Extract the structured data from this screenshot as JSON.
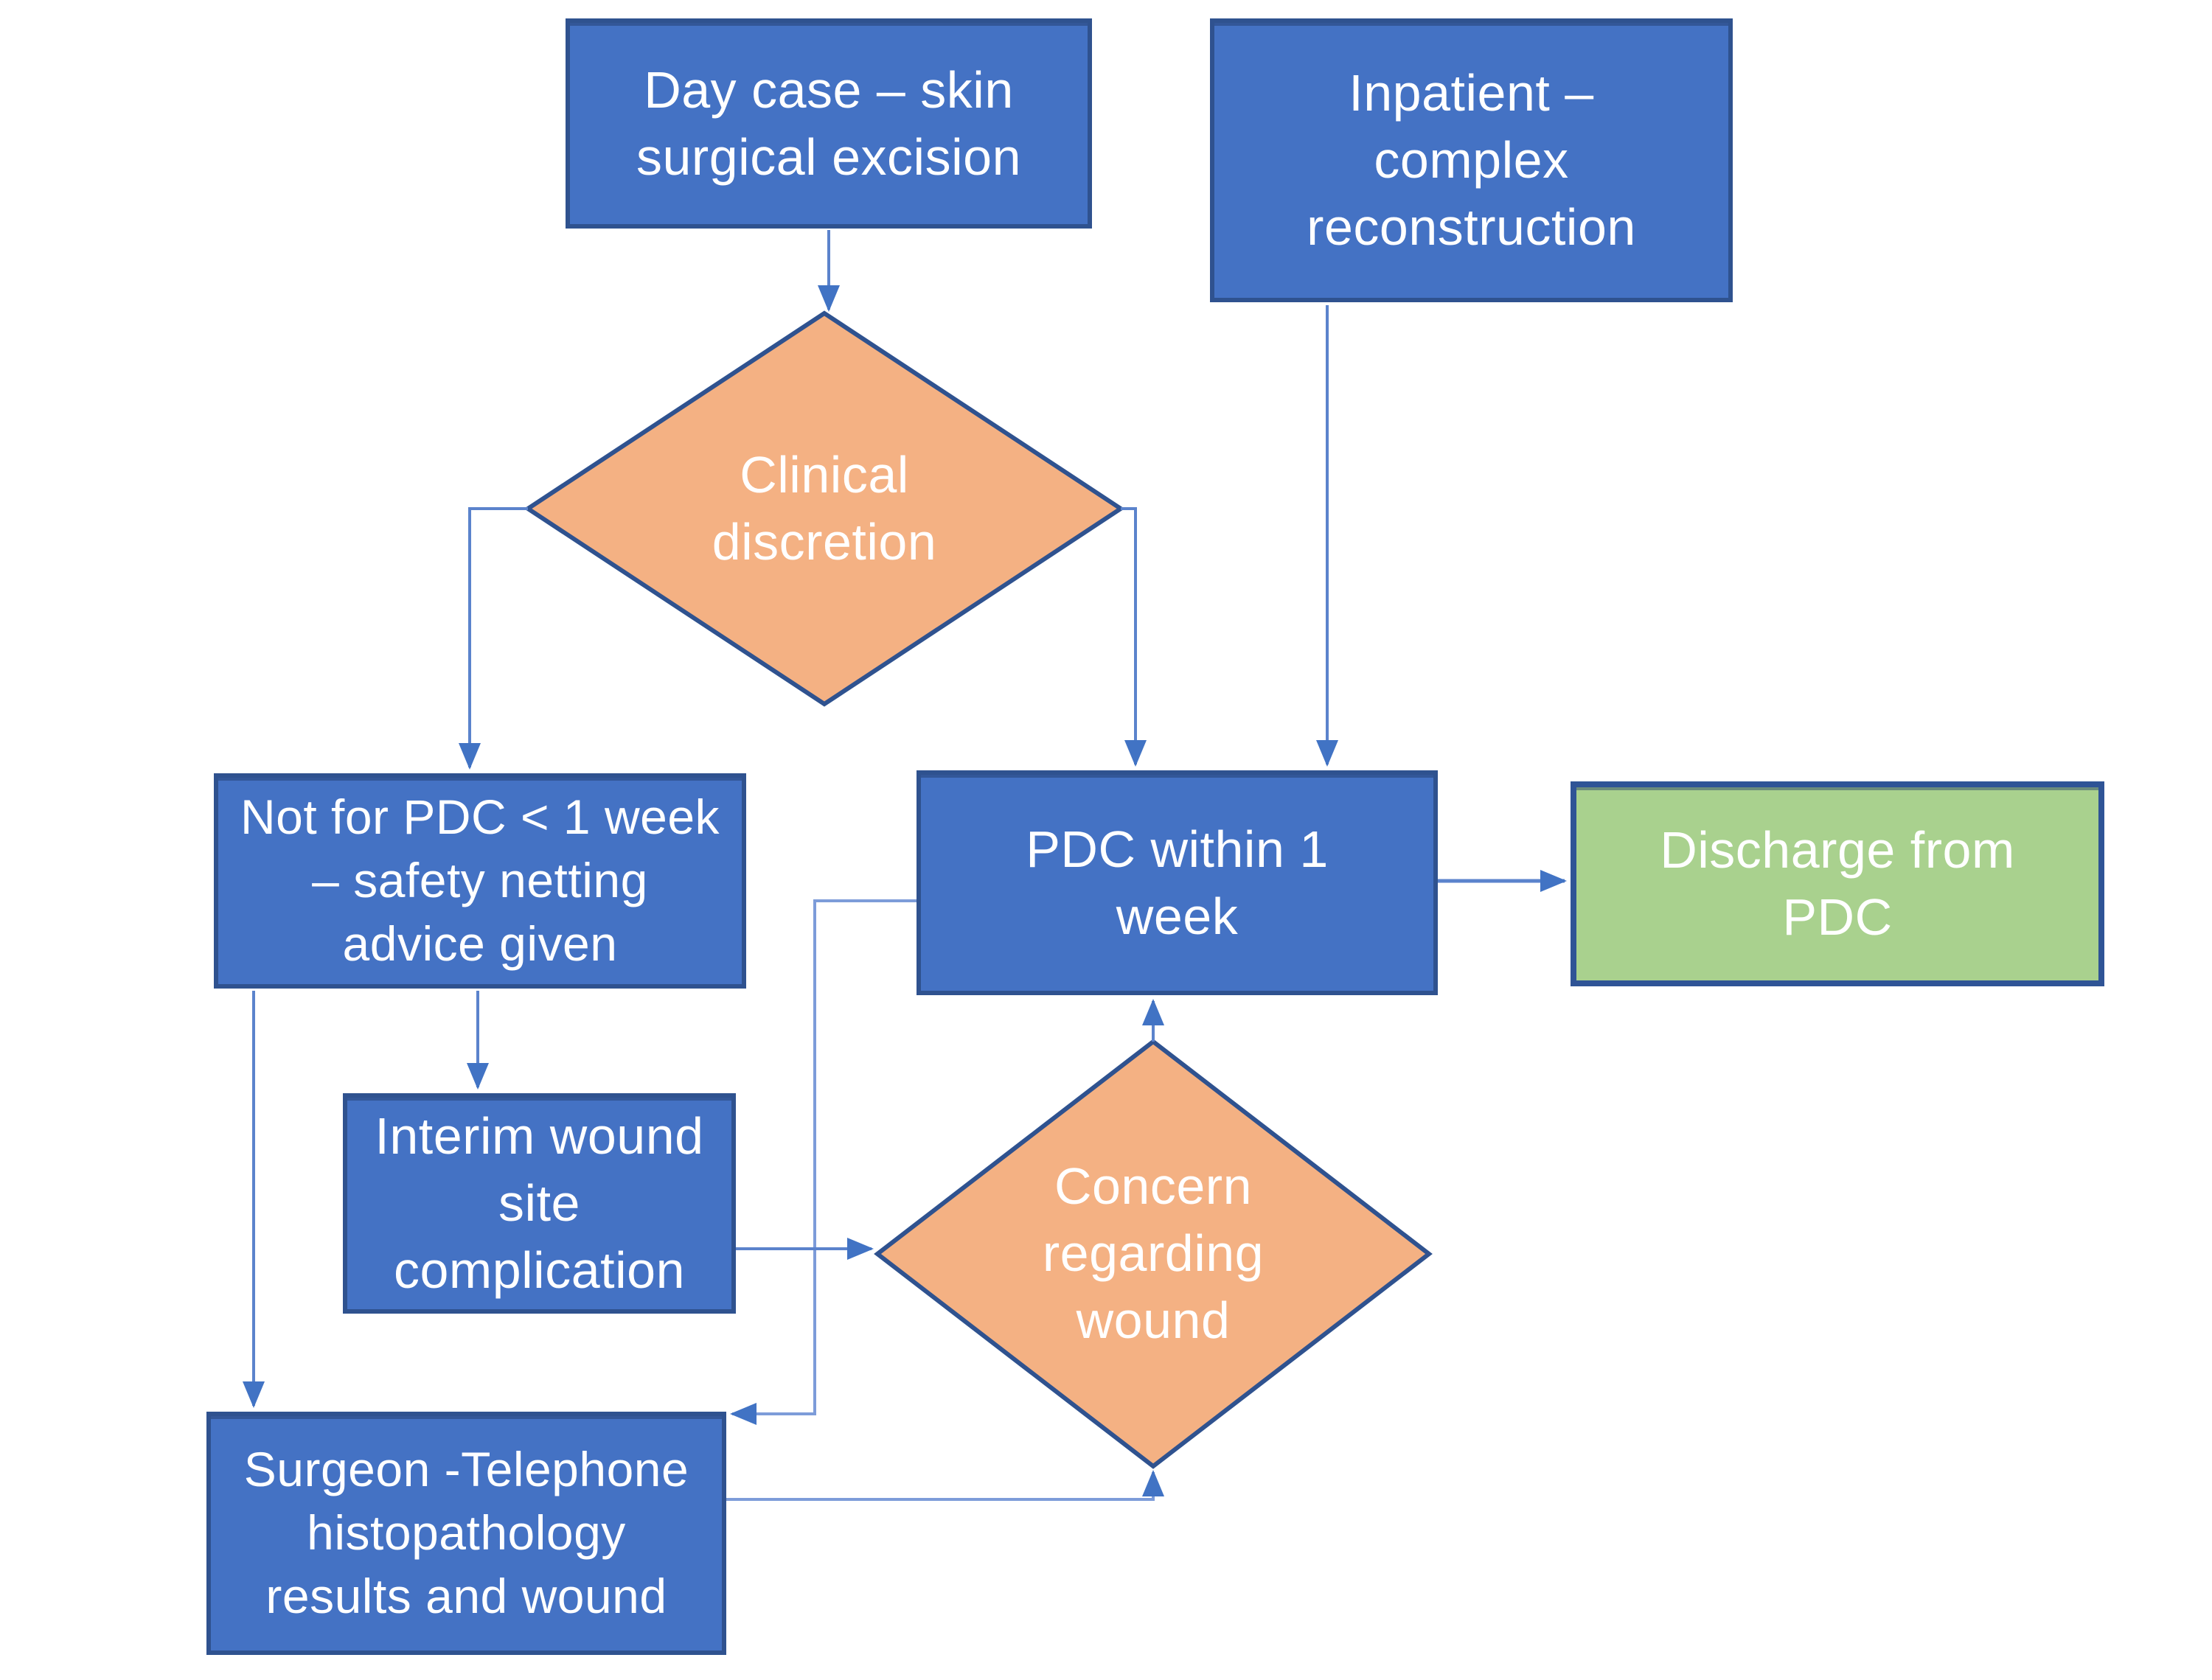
{
  "diagram": {
    "type": "flowchart",
    "background": "#FFFFFF"
  },
  "colors": {
    "process_fill": "#4472C4",
    "process_border": "#2F528F",
    "decision_fill": "#F4B183",
    "decision_border": "#2F528F",
    "terminal_fill": "#A9D18E",
    "terminal_border": "#2F5496",
    "connector_line": "#5B83CC",
    "arrowhead": "#4173C4",
    "text": "#FFFFFF"
  },
  "nodes": {
    "day_case": {
      "label": "Day case – skin\nsurgical excision",
      "shape": "rect"
    },
    "inpatient": {
      "label": "Inpatient –\ncomplex\nreconstruction",
      "shape": "rect"
    },
    "clinical_discretion": {
      "label": "Clinical\ndiscretion",
      "shape": "diamond"
    },
    "not_for_pdc": {
      "label": "Not for PDC < 1 week\n– safety netting\nadvice given",
      "shape": "rect"
    },
    "pdc_within_1_week": {
      "label": "PDC within 1\nweek",
      "shape": "rect"
    },
    "discharge_from_pdc": {
      "label": "Discharge from\nPDC",
      "shape": "rect-terminal"
    },
    "interim_wound": {
      "label": "Interim wound\nsite\ncomplication",
      "shape": "rect"
    },
    "concern_wound": {
      "label": "Concern\nregarding\nwound",
      "shape": "diamond"
    },
    "surgeon_telephone": {
      "label": "Surgeon -Telephone\nhistopathology\nresults and wound",
      "shape": "rect"
    }
  },
  "edges": [
    {
      "from": "day_case",
      "to": "clinical_discretion"
    },
    {
      "from": "clinical_discretion",
      "to": "not_for_pdc"
    },
    {
      "from": "clinical_discretion",
      "to": "pdc_within_1_week"
    },
    {
      "from": "inpatient",
      "to": "pdc_within_1_week"
    },
    {
      "from": "pdc_within_1_week",
      "to": "discharge_from_pdc"
    },
    {
      "from": "pdc_within_1_week",
      "to": "surgeon_telephone"
    },
    {
      "from": "not_for_pdc",
      "to": "surgeon_telephone"
    },
    {
      "from": "not_for_pdc",
      "to": "interim_wound"
    },
    {
      "from": "interim_wound",
      "to": "concern_wound"
    },
    {
      "from": "surgeon_telephone",
      "to": "concern_wound"
    },
    {
      "from": "concern_wound",
      "to": "pdc_within_1_week"
    }
  ]
}
